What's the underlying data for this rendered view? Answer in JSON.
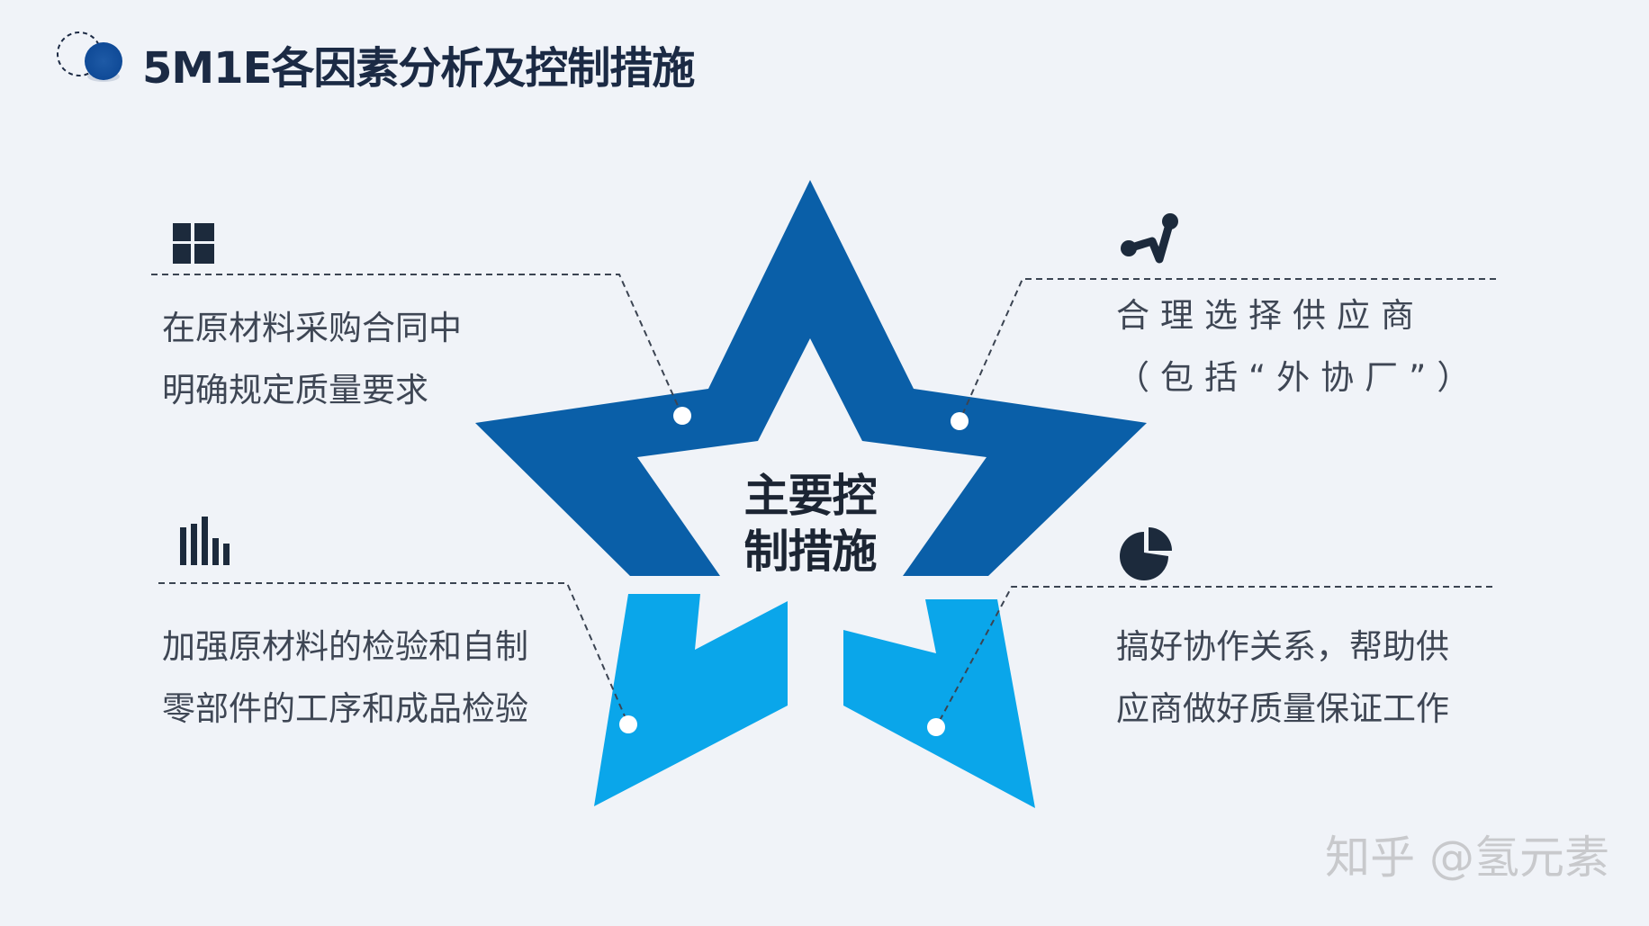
{
  "header": {
    "title": "5M1E各因素分析及控制措施"
  },
  "center": {
    "line1": "主要控",
    "line2": "制措施"
  },
  "items": [
    {
      "icon": "grid-icon",
      "lines": [
        "在原材料采购合同中",
        "明确规定质量要求"
      ]
    },
    {
      "icon": "line-chart-icon",
      "lines": [
        "合理选择供应商",
        "（包括“外协厂”）"
      ]
    },
    {
      "icon": "bar-chart-icon",
      "lines": [
        "加强原材料的检验和自制",
        "零部件的工序和成品检验"
      ]
    },
    {
      "icon": "pie-chart-icon",
      "lines": [
        "搞好协作关系，帮助供",
        "应商做好质量保证工作"
      ]
    }
  ],
  "watermark": {
    "text": "知乎 @氢元素"
  },
  "colors": {
    "dark_blue": "#0a5fa8",
    "light_blue": "#0aa6ea",
    "icon": "#1c2a3c",
    "background": "#f0f3f8"
  }
}
